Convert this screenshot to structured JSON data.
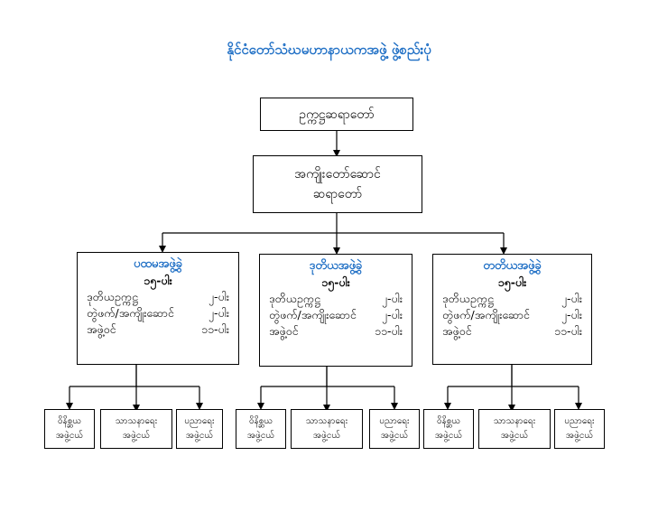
{
  "title": "နိုင်ငံတော်သံဃမဟာနာယကအဖွဲ့ ဖွဲ့စည်းပုံ",
  "colors": {
    "title": "#1f6fc5",
    "line": "#000000"
  },
  "top": {
    "label": "ဥက္ကဋ္ဌဆရာတော်"
  },
  "second": {
    "line1": "အကျိုးတော်ဆောင်",
    "line2": "ဆရာတော်"
  },
  "tiers": [
    {
      "name": "ပထမအဖွဲ့ခွဲ",
      "count": "၁၅-ပါး",
      "rows": [
        {
          "label": "ဒုတိယဥက္ကဋ္ဌ",
          "value": "၂-ပါး"
        },
        {
          "label": "တွဲဖက်/အကျိုးဆောင်",
          "value": "၂-ပါး"
        },
        {
          "label": "အဖွဲ့ဝင်",
          "value": "၁၁-ပါး"
        }
      ],
      "leaves": [
        {
          "line1": "ဝိနိစ္ဆယ",
          "line2": "အဖွဲ့ငယ်"
        },
        {
          "line1": "သာသနာရေး",
          "line2": "အဖွဲ့ငယ်"
        },
        {
          "line1": "ပညာရေး",
          "line2": "အဖွဲ့ငယ်"
        }
      ]
    },
    {
      "name": "ဒုတိယအဖွဲ့ခွဲ",
      "count": "၁၅-ပါး",
      "rows": [
        {
          "label": "ဒုတိယဥက္ကဋ္ဌ",
          "value": "၂-ပါး"
        },
        {
          "label": "တွဲဖက်/အကျိုးဆောင်",
          "value": "၂-ပါး"
        },
        {
          "label": "အဖွဲ့ဝင်",
          "value": "၁၁-ပါး"
        }
      ],
      "leaves": [
        {
          "line1": "ဝိနိစ္ဆယ",
          "line2": "အဖွဲ့ငယ်"
        },
        {
          "line1": "သာသနာရေး",
          "line2": "အဖွဲ့ငယ်"
        },
        {
          "line1": "ပညာရေး",
          "line2": "အဖွဲ့ငယ်"
        }
      ]
    },
    {
      "name": "တတိယအဖွဲ့ခွဲ",
      "count": "၁၅-ပါး",
      "rows": [
        {
          "label": "ဒုတိယဥက္ကဋ္ဌ",
          "value": "၂-ပါး"
        },
        {
          "label": "တွဲဖက်/အကျိုးဆောင်",
          "value": "၂-ပါး"
        },
        {
          "label": "အဖွဲ့ဝင်",
          "value": "၁၁-ပါး"
        }
      ],
      "leaves": [
        {
          "line1": "ဝိနိစ္ဆယ",
          "line2": "အဖွဲ့ငယ်"
        },
        {
          "line1": "သာသနာရေး",
          "line2": "အဖွဲ့ငယ်"
        },
        {
          "line1": "ပညာရေး",
          "line2": "အဖွဲ့ငယ်"
        }
      ]
    }
  ]
}
